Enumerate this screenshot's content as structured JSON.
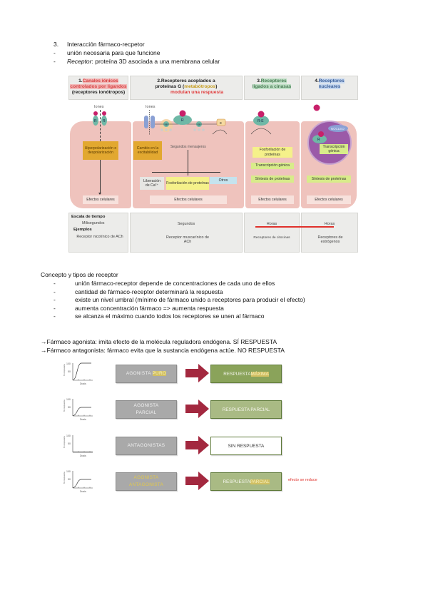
{
  "section3": {
    "number": "3.",
    "title": "Interacción fármaco-recpetor",
    "bullets": [
      {
        "prefix": "",
        "text": "unión necesaria para que funcione"
      },
      {
        "prefix": "Receptor",
        "text": ": proteína 3D asociada a una membrana celular"
      }
    ]
  },
  "diagram": {
    "headers": [
      {
        "num": "1.",
        "line1": "Canales iónicos",
        "line2": "controlados por ligandos",
        "line3": "(receptores ionótropos)"
      },
      {
        "num": "2.",
        "line1": "Receptores acoplados a",
        "line2a": "proteínas G (",
        "line2b": "metabótropos",
        "line2c": ")",
        "line3": "modulan una respuesta"
      },
      {
        "num": "3.",
        "line1": "Receptores",
        "line2": "ligados a cinasas"
      },
      {
        "num": "4.",
        "line1": "Receptores",
        "line2": "nucleares"
      }
    ],
    "ions_label": "Iones",
    "receptor_label": "R",
    "g_label": "G",
    "e_label": "E",
    "re_label": "R-E",
    "nucleus_label": "NÚCLEO",
    "g_subunits": [
      "α",
      "β",
      "γ"
    ],
    "col1": {
      "box": "Hiperpolarización o despolarización",
      "effects": "Efectos celulares"
    },
    "col2": {
      "box": "Cambio en la excitabilidad",
      "second_messengers": "Segundos mensajeros",
      "ca_release_1": "Liberación",
      "ca_release_2": "de Ca²⁺",
      "phosphorylation": "Fosforilación de proteínas",
      "others": "Otros",
      "effects": "Efectos celulares"
    },
    "col3": {
      "phosphorylation": "Fosforilación de proteínas",
      "transcription": "Transcripción génica",
      "synthesis": "Síntesis de proteínas",
      "effects": "Efectos celulares"
    },
    "col4": {
      "transcription": "Transcripción génica",
      "synthesis": "Síntesis de proteínas",
      "effects": "Efectos celulares"
    },
    "footer": {
      "time_scale_label": "Escala de tiempo",
      "examples_label": "Ejemplos",
      "time": [
        "Milisegundos",
        "Segundos",
        "Horas",
        "Horas"
      ],
      "examples": [
        "Receptor nicotínico de ACh",
        "Receptor muscarínico de ACh",
        "Receptores de citocinas",
        "Receptores de estrógenos"
      ]
    }
  },
  "concept": {
    "title": "Concepto y tipos de receptor",
    "bullets": [
      "unión fármaco-receptor depende de concentraciones de cada uno de ellos",
      "cantidad de fármaco-receptor determinará la respuesta",
      "existe un nivel umbral (mínimo de fármaco unido a receptores para producir el efecto)",
      "aumenta concentración fármaco => aumenta respuesta",
      "se alcanza el máximo cuando todos los receptores se unen al fármaco"
    ]
  },
  "definitions": [
    "→Fármaco agonista: imita efecto de la molécula reguladora endógena. SÍ RESPUESTA",
    "→Fármaco antagonista: fármaco evita que la sustancia endógena actúe. NO RESPUESTA"
  ],
  "rows": [
    {
      "left1": "AGONISTA ",
      "left_hl": "PURO",
      "left2": "",
      "right1": "RESPUESTA ",
      "right_hl": "MÁXIMA",
      "right_style": "solid",
      "note": "",
      "plateau": 100
    },
    {
      "left1": "AGONISTA",
      "left_hl": "",
      "left2": "PARCIAL",
      "right1": "RESPUESTA PARCIAL",
      "right_hl": "",
      "right_style": "light",
      "note": "",
      "plateau": 50
    },
    {
      "left1": "ANTAGONISTAS",
      "left_hl": "",
      "left2": "",
      "right1": "SIN RESPUESTA",
      "right_hl": "",
      "right_style": "white",
      "note": "",
      "plateau": 0
    },
    {
      "left1": "AGONISTA",
      "left_hl": "ANTAGONISTA",
      "left2": "",
      "right1": "RESPUESTA ",
      "right_hl": "PARCIAL",
      "right_style": "light",
      "note": "efecto se reduce",
      "plateau": 50
    }
  ],
  "mini_chart": {
    "ylabel": "% respuesta",
    "xlabel": "Dosis",
    "y_ticks": [
      "100",
      "50"
    ]
  },
  "colors": {
    "arrow": "#a3283f",
    "red_line": "#e0302a",
    "note": "#e0302a"
  }
}
